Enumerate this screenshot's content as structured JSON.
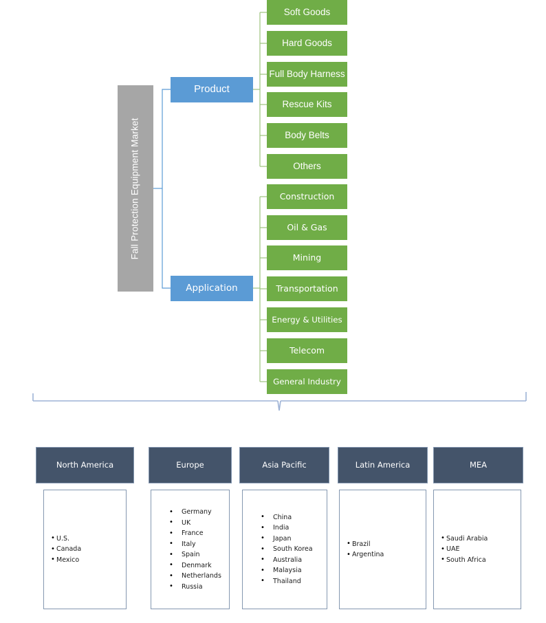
{
  "diagram": {
    "root": {
      "label": "Fall Protection Equipment Market"
    },
    "segments": [
      {
        "label": "Product",
        "items": [
          "Soft Goods",
          "Hard Goods",
          "Full Body Harness",
          "Rescue Kits",
          "Body Belts",
          "Others"
        ]
      },
      {
        "label": "Application",
        "items": [
          "Construction",
          "Oil & Gas",
          "Mining",
          "Transportation",
          "Energy & Utilities",
          "Telecom",
          "General Industry"
        ]
      }
    ],
    "regions": [
      {
        "name": "North America",
        "countries": [
          "U.S.",
          "Canada",
          "Mexico"
        ]
      },
      {
        "name": "Europe",
        "countries": [
          "Germany",
          "UK",
          "France",
          "Italy",
          "Spain",
          "Denmark",
          "Netherlands",
          "Russia"
        ]
      },
      {
        "name": "Asia Pacific",
        "countries": [
          "China",
          "India",
          "Japan",
          "South Korea",
          "Australia",
          "Malaysia",
          "Thailand"
        ]
      },
      {
        "name": "Latin America",
        "countries": [
          "Brazil",
          "Argentina"
        ]
      },
      {
        "name": "MEA",
        "countries": [
          "Saudi Arabia",
          "UAE",
          "South Africa"
        ]
      }
    ],
    "colors": {
      "root_fill": "#A6A6A6",
      "segment_fill": "#5B9BD5",
      "leaf_fill": "#70AD47",
      "region_header_fill": "#44546A",
      "region_border": "#8497B0",
      "connector_blue": "#5B9BD5",
      "connector_green": "#9DC37D",
      "brace": "#9DB2D5"
    }
  }
}
